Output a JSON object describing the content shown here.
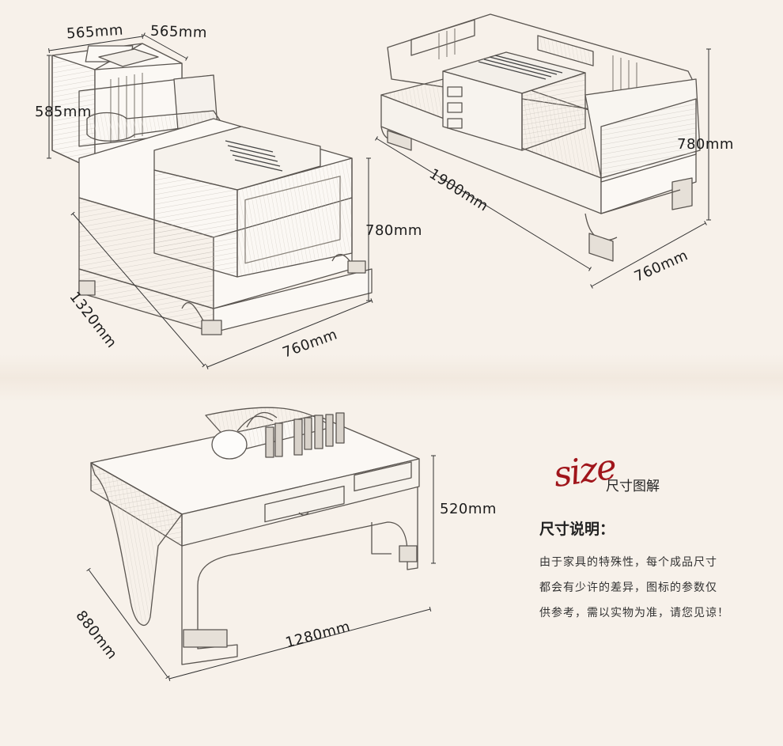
{
  "diagrams": {
    "sofa_front": {
      "width": "565mm",
      "depth": "565mm",
      "arm_height": "585mm",
      "height": "780mm",
      "length": "1320mm",
      "seat_depth": "760mm"
    },
    "sofa_angle": {
      "length": "1900mm",
      "height": "780mm",
      "depth": "760mm"
    },
    "tea_table": {
      "height": "520mm",
      "depth": "880mm",
      "length": "1280mm"
    }
  },
  "size_logo": {
    "script": "size",
    "subtitle": "尺寸图解"
  },
  "notes": {
    "heading": "尺寸说明：",
    "lines": [
      "由于家具的特殊性，每个成品尺寸",
      "都会有少许的差异，图标的参数仅",
      "供参考，需以实物为准，请您见谅！"
    ]
  },
  "colors": {
    "background": "#f7f1ea",
    "ink": "#1c1c1c",
    "accent_red": "#a0151b"
  }
}
